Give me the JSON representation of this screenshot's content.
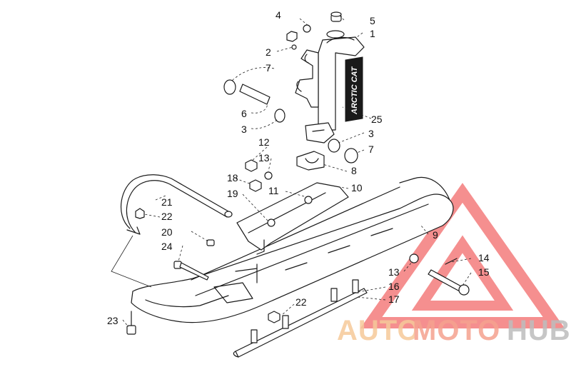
{
  "callouts": [
    {
      "id": "c1",
      "text": "1"
    },
    {
      "id": "c2",
      "text": "2"
    },
    {
      "id": "c3a",
      "text": "3"
    },
    {
      "id": "c3b",
      "text": "3"
    },
    {
      "id": "c4",
      "text": "4"
    },
    {
      "id": "c5",
      "text": "5"
    },
    {
      "id": "c6",
      "text": "6"
    },
    {
      "id": "c7a",
      "text": "7"
    },
    {
      "id": "c7b",
      "text": "7"
    },
    {
      "id": "c8",
      "text": "8"
    },
    {
      "id": "c9",
      "text": "9"
    },
    {
      "id": "c10",
      "text": "10"
    },
    {
      "id": "c11",
      "text": "11"
    },
    {
      "id": "c12",
      "text": "12"
    },
    {
      "id": "c13a",
      "text": "13"
    },
    {
      "id": "c13b",
      "text": "13"
    },
    {
      "id": "c14",
      "text": "14"
    },
    {
      "id": "c15",
      "text": "15"
    },
    {
      "id": "c16",
      "text": "16"
    },
    {
      "id": "c17",
      "text": "17"
    },
    {
      "id": "c18",
      "text": "18"
    },
    {
      "id": "c19",
      "text": "19"
    },
    {
      "id": "c20",
      "text": "20"
    },
    {
      "id": "c21",
      "text": "21"
    },
    {
      "id": "c22a",
      "text": "22"
    },
    {
      "id": "c22b",
      "text": "22"
    },
    {
      "id": "c23",
      "text": "23"
    },
    {
      "id": "c24",
      "text": "24"
    },
    {
      "id": "c25",
      "text": "25"
    }
  ],
  "watermark": {
    "part1": "AUTO",
    "part2": "MOTO",
    "part3": "HUB",
    "colors": {
      "auto": "#f6c99a",
      "moto": "#f5a28f",
      "hub": "#bdbdbd",
      "triangle": "#f26a6a"
    }
  },
  "decal": {
    "text": "ARCTIC CAT"
  }
}
